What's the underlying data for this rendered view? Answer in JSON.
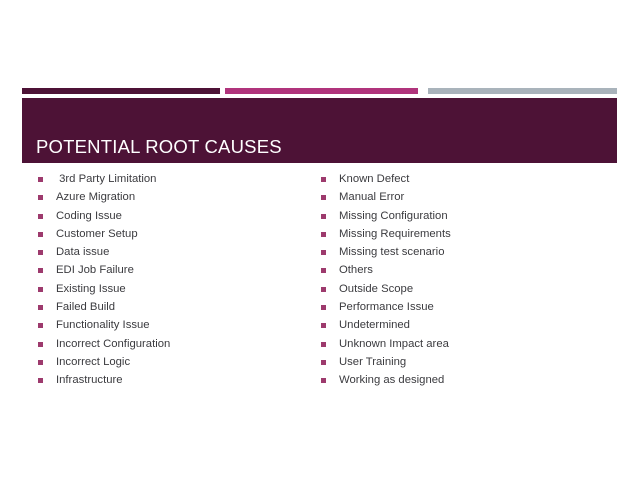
{
  "slide": {
    "title": "POTENTIAL ROOT CAUSES",
    "colors": {
      "band": "#4d1236",
      "accent_bar_1": "#4d1236",
      "accent_bar_2": "#b0347c",
      "accent_bar_3": "#a9b3bb",
      "bullet": "#9d3a6d",
      "body_text": "#3b3b3f",
      "title_text": "#ffffff",
      "background": "#ffffff"
    },
    "columns": [
      {
        "name": "left",
        "items": [
          " 3rd Party Limitation",
          "Azure Migration",
          "Coding Issue",
          "Customer Setup",
          "Data issue",
          "EDI Job Failure",
          "Existing Issue",
          "Failed Build",
          "Functionality Issue",
          "Incorrect Configuration",
          "Incorrect Logic",
          "Infrastructure"
        ]
      },
      {
        "name": "right",
        "items": [
          "Known Defect",
          "Manual Error",
          "Missing Configuration",
          "Missing Requirements",
          "Missing test scenario",
          "Others",
          "Outside Scope",
          "Performance Issue",
          "Undetermined",
          "Unknown Impact area",
          "User Training",
          "Working as designed"
        ]
      }
    ]
  }
}
